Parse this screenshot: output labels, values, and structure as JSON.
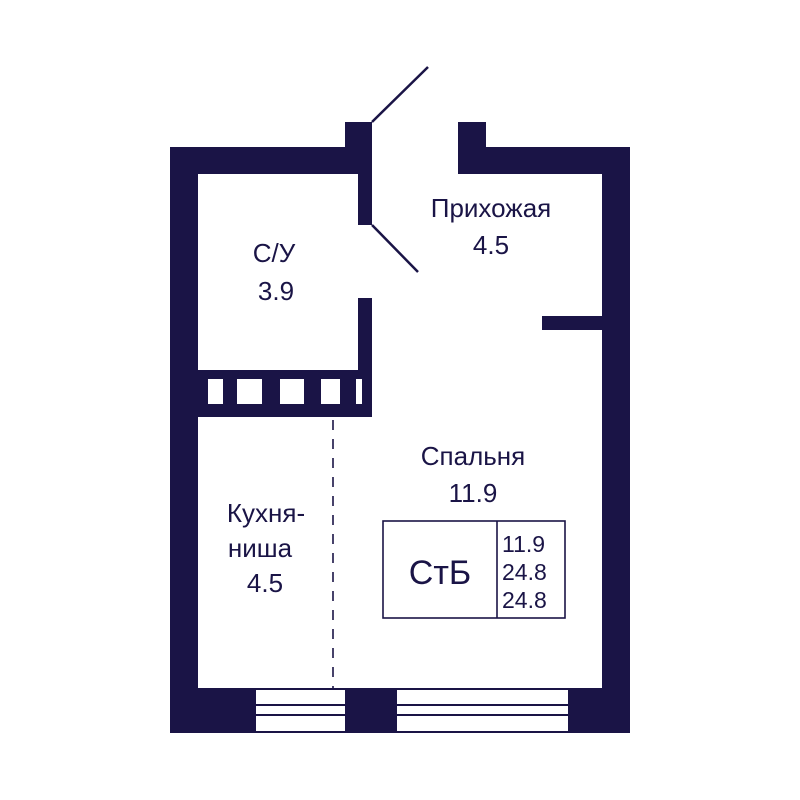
{
  "rooms": {
    "bathroom": {
      "name": "С/У",
      "area": "3.9"
    },
    "hallway": {
      "name": "Прихожая",
      "area": "4.5"
    },
    "bedroom": {
      "name": "Спальня",
      "area": "11.9"
    },
    "kitchen": {
      "name_line1": "Кухня-",
      "name_line2": "ниша",
      "area": "4.5"
    }
  },
  "summary": {
    "type_code": "СтБ",
    "living_area": "11.9",
    "total_area": "24.8",
    "area_with_balcony": "24.8"
  },
  "colors": {
    "wall": "#1a1446",
    "background": "#ffffff"
  }
}
